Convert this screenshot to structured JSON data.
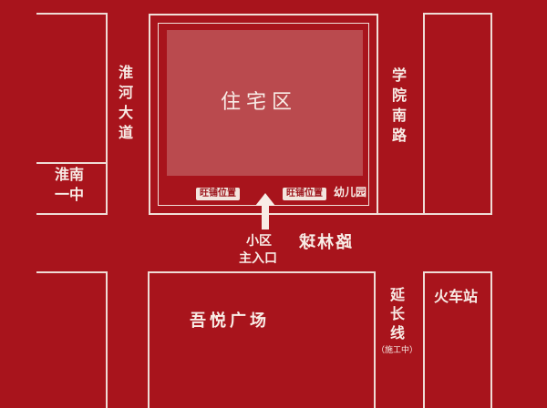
{
  "map": {
    "residential_area": "住宅区",
    "shop_location_left": "旺铺位置",
    "shop_location_right": "旺铺位置",
    "kindergarten": "幼儿园",
    "entrance_line1": "小区",
    "entrance_line2": "主入口",
    "road_kehuai_mirrored": "路林球",
    "huaihe_avenue": [
      "淮",
      "河",
      "大",
      "道"
    ],
    "xueyuan_south_road": [
      "学",
      "院",
      "南",
      "路"
    ],
    "huainan_school_line1": "淮南",
    "huainan_school_line2": "一中",
    "wuyue_plaza": "吾悦广场",
    "extension_line": [
      "延",
      "长",
      "线"
    ],
    "under_construction": "（施工中）",
    "train_station": "火车站"
  },
  "colors": {
    "background": "#a8141c",
    "road_line": "#efdcd6",
    "residential_fill": "#ba4a4e",
    "text": "#f8ece6"
  }
}
